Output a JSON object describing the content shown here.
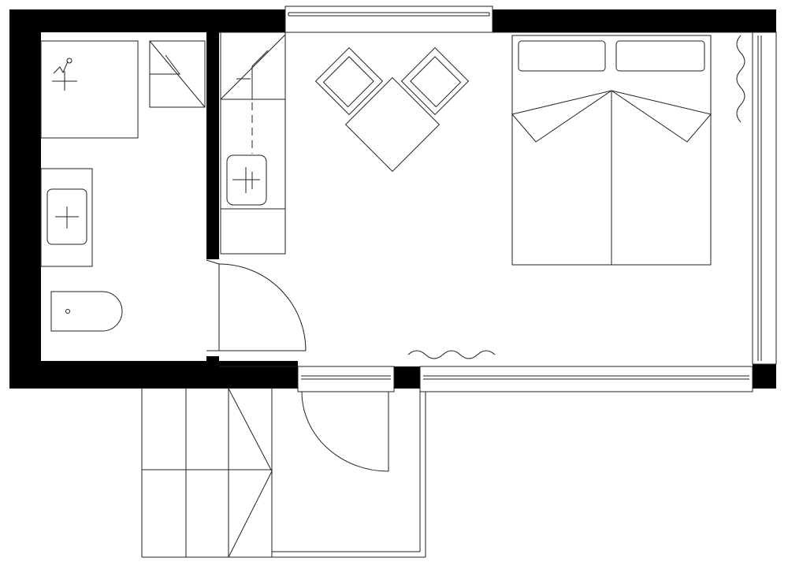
{
  "colors": {
    "wall": "#000000",
    "line": "#222222",
    "background": "#ffffff"
  },
  "rooms": [
    "bathroom",
    "kitchenette",
    "living-bedroom",
    "terrace"
  ]
}
